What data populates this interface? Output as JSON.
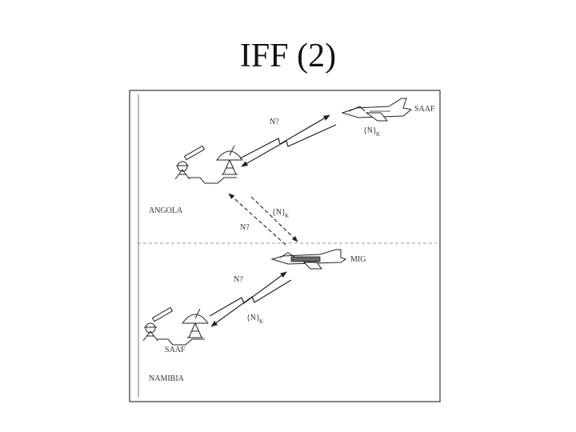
{
  "slide": {
    "title": "IFF (2)"
  },
  "diagram": {
    "regions": {
      "upper": "ANGOLA",
      "lower": "NAMIBIA"
    },
    "aircraft": {
      "friendly": "SAAF",
      "hostile": "MIG"
    },
    "ground_station_label": "SAAF",
    "messages": {
      "challenge": "N?",
      "response_body": "{N}",
      "response_key": "K"
    }
  }
}
